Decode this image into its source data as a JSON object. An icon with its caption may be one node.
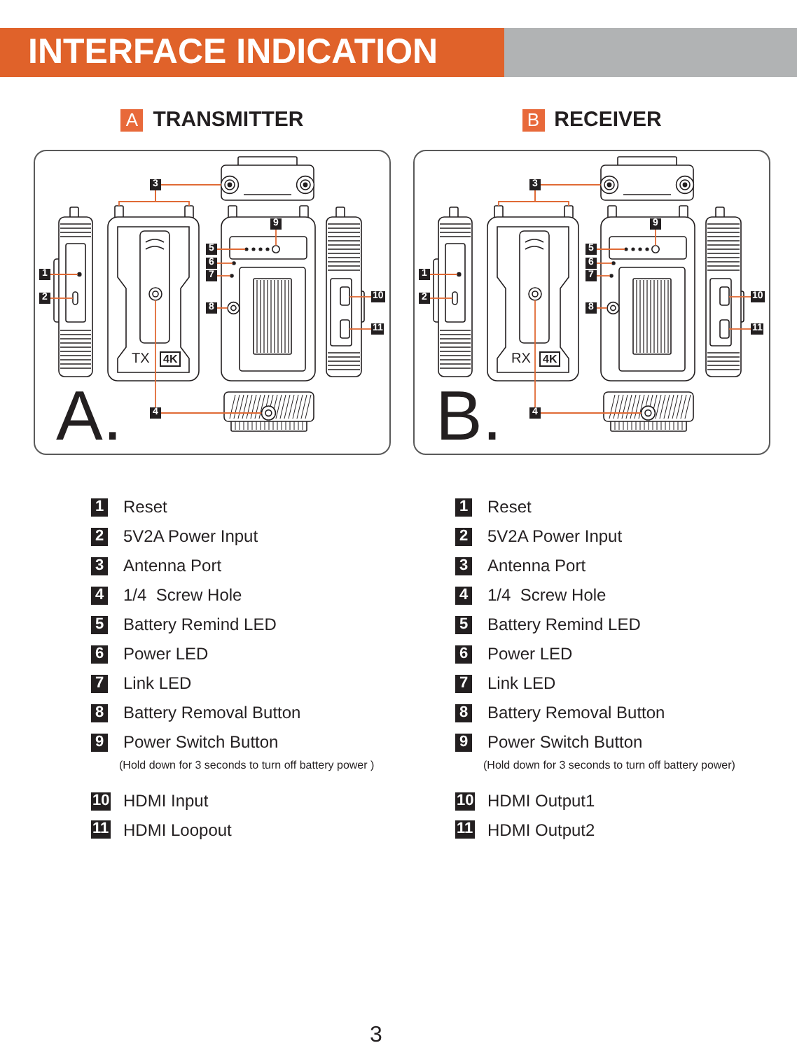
{
  "diagram": {
    "title": "INTERFACE INDICATION",
    "nodes": [
      {
        "text": [
          "A",
          "TRANSMITTER",
          "A."
        ]
      },
      {
        "text": [
          "1"
        ],
        "in": 0
      },
      {
        "text": [
          "2"
        ],
        "in": 0
      },
      {
        "text": [
          "3"
        ],
        "in": 0
      },
      {
        "text": [
          "4"
        ],
        "in": 0
      },
      {
        "text": [
          "5"
        ],
        "in": 0
      },
      {
        "text": [
          "6"
        ],
        "in": 0
      },
      {
        "text": [
          "7"
        ],
        "in": 0
      },
      {
        "text": [
          "8"
        ],
        "in": 0
      },
      {
        "text": [
          "9"
        ],
        "in": 0
      },
      {
        "text": [
          "10"
        ],
        "in": 0
      },
      {
        "text": [
          "11"
        ],
        "in": 0
      },
      {
        "text": [
          "B",
          "RECEIVER",
          "B."
        ]
      },
      {
        "text": [
          "1"
        ],
        "in": 12
      },
      {
        "text": [
          "2"
        ],
        "in": 12
      },
      {
        "text": [
          "3"
        ],
        "in": 12
      },
      {
        "text": [
          "4"
        ],
        "in": 12
      },
      {
        "text": [
          "5"
        ],
        "in": 12
      },
      {
        "text": [
          "6"
        ],
        "in": 12
      },
      {
        "text": [
          "7"
        ],
        "in": 12
      },
      {
        "text": [
          "8"
        ],
        "in": 12
      },
      {
        "text": [
          "9"
        ],
        "in": 12
      },
      {
        "text": [
          "10"
        ],
        "in": 12
      },
      {
        "text": [
          "11"
        ],
        "in": 12
      }
    ],
    "edges": [
      {
        "from": 1,
        "to": null,
        "arrow": "none"
      },
      {
        "from": 2,
        "to": null,
        "arrow": "none"
      },
      {
        "from": 3,
        "to": null,
        "arrow": "none"
      },
      {
        "from": 3,
        "to": null,
        "arrow": "none"
      },
      {
        "from": 3,
        "to": null,
        "arrow": "none"
      },
      {
        "from": 4,
        "to": null,
        "arrow": "none"
      },
      {
        "from": 4,
        "to": null,
        "arrow": "none"
      },
      {
        "from": 5,
        "to": null,
        "arrow": "none"
      },
      {
        "from": 6,
        "to": null,
        "arrow": "none"
      },
      {
        "from": 7,
        "to": null,
        "arrow": "none"
      },
      {
        "from": 8,
        "to": null,
        "arrow": "none"
      },
      {
        "from": 9,
        "to": null,
        "arrow": "none"
      },
      {
        "from": 10,
        "to": null,
        "arrow": "none"
      },
      {
        "from": 11,
        "to": null,
        "arrow": "none"
      },
      {
        "from": 13,
        "to": null,
        "arrow": "none"
      },
      {
        "from": 14,
        "to": null,
        "arrow": "none"
      },
      {
        "from": 15,
        "to": null,
        "arrow": "none"
      },
      {
        "from": 15,
        "to": null,
        "arrow": "none"
      },
      {
        "from": 15,
        "to": null,
        "arrow": "none"
      },
      {
        "from": 16,
        "to": null,
        "arrow": "none"
      },
      {
        "from": 16,
        "to": null,
        "arrow": "none"
      },
      {
        "from": 17,
        "to": null,
        "arrow": "none"
      },
      {
        "from": 18,
        "to": null,
        "arrow": "none"
      },
      {
        "from": 19,
        "to": null,
        "arrow": "none"
      },
      {
        "from": 20,
        "to": null,
        "arrow": "none"
      },
      {
        "from": 21,
        "to": null,
        "arrow": "none"
      },
      {
        "from": 22,
        "to": null,
        "arrow": "none"
      },
      {
        "from": 23,
        "to": null,
        "arrow": "none"
      }
    ],
    "labels": [
      "TX",
      "4K",
      "RX",
      "4K",
      "1",
      "Reset",
      "2",
      "5V2A Power Input",
      "3",
      "Antenna Port",
      "4",
      "1/4  Screw Hole",
      "5",
      "Battery Remind LED",
      "6",
      "Power LED",
      "7",
      "Link LED",
      "8",
      "Battery Removal Button",
      "9",
      "Power Switch Button",
      "(Hold down for 3 seconds to turn off battery power )",
      "10",
      "HDMI Input",
      "11",
      "HDMI Loopout",
      "1",
      "Reset",
      "2",
      "5V2A Power Input",
      "3",
      "Antenna Port",
      "4",
      "1/4  Screw Hole",
      "5",
      "Battery Remind LED",
      "6",
      "Power LED",
      "7",
      "Link LED",
      "8",
      "Battery Removal Button",
      "9",
      "Power Switch Button",
      "(Hold down for 3 seconds to turn off battery power)",
      "10",
      "HDMI Output1",
      "11",
      "HDMI Output2",
      "3"
    ]
  }
}
